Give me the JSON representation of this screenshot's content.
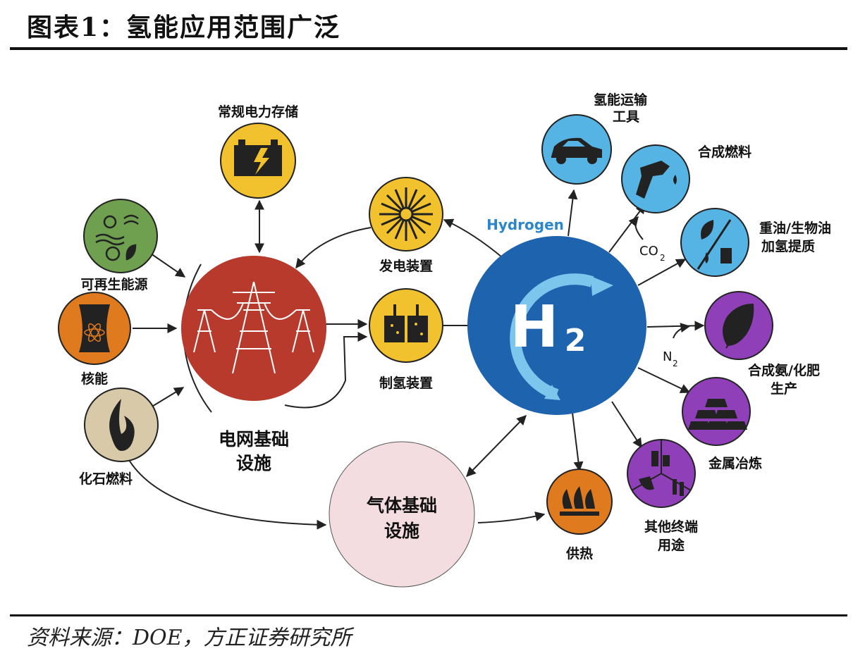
{
  "header": {
    "title": "图表1：氢能应用范围广泛"
  },
  "footer": {
    "source": "资料来源：DOE，方正证券研究所"
  },
  "diagram": {
    "hydrogen_label": "Hydrogen",
    "h2_symbol": "H",
    "h2_subscript": "2",
    "grid": {
      "line1": "电网基础",
      "line2": "设施"
    },
    "gas": {
      "line1": "气体基础",
      "line2": "设施"
    },
    "sources": {
      "renewable": "可再生能源",
      "nuclear": "核能",
      "fossil": "化石燃料"
    },
    "storage": "常规电力存储",
    "generator": "发电装置",
    "electrolyzer": "制氢装置",
    "heat": "供热",
    "uses": {
      "transport_1": "氢能运输",
      "transport_2": "工具",
      "synfuel": "合成燃料",
      "oil_1": "重油/生物油",
      "oil_2": "加氢提质",
      "ammonia_1": "合成氨/化肥",
      "ammonia_2": "生产",
      "metal": "金属冶炼",
      "other_1": "其他终端",
      "other_2": "用途"
    },
    "inputs": {
      "co2": "CO",
      "co2_sub": "2",
      "n2": "N",
      "n2_sub": "2"
    },
    "colors": {
      "grid": "#b83a2c",
      "hydrogen": "#1e63ad",
      "gas": "#f3dde0",
      "yellow": "#f2c12e",
      "green": "#6ea04f",
      "orange": "#e07a1f",
      "tan": "#d8c9a8",
      "blue_light": "#55b4e4",
      "purple": "#8f3fb8"
    }
  }
}
